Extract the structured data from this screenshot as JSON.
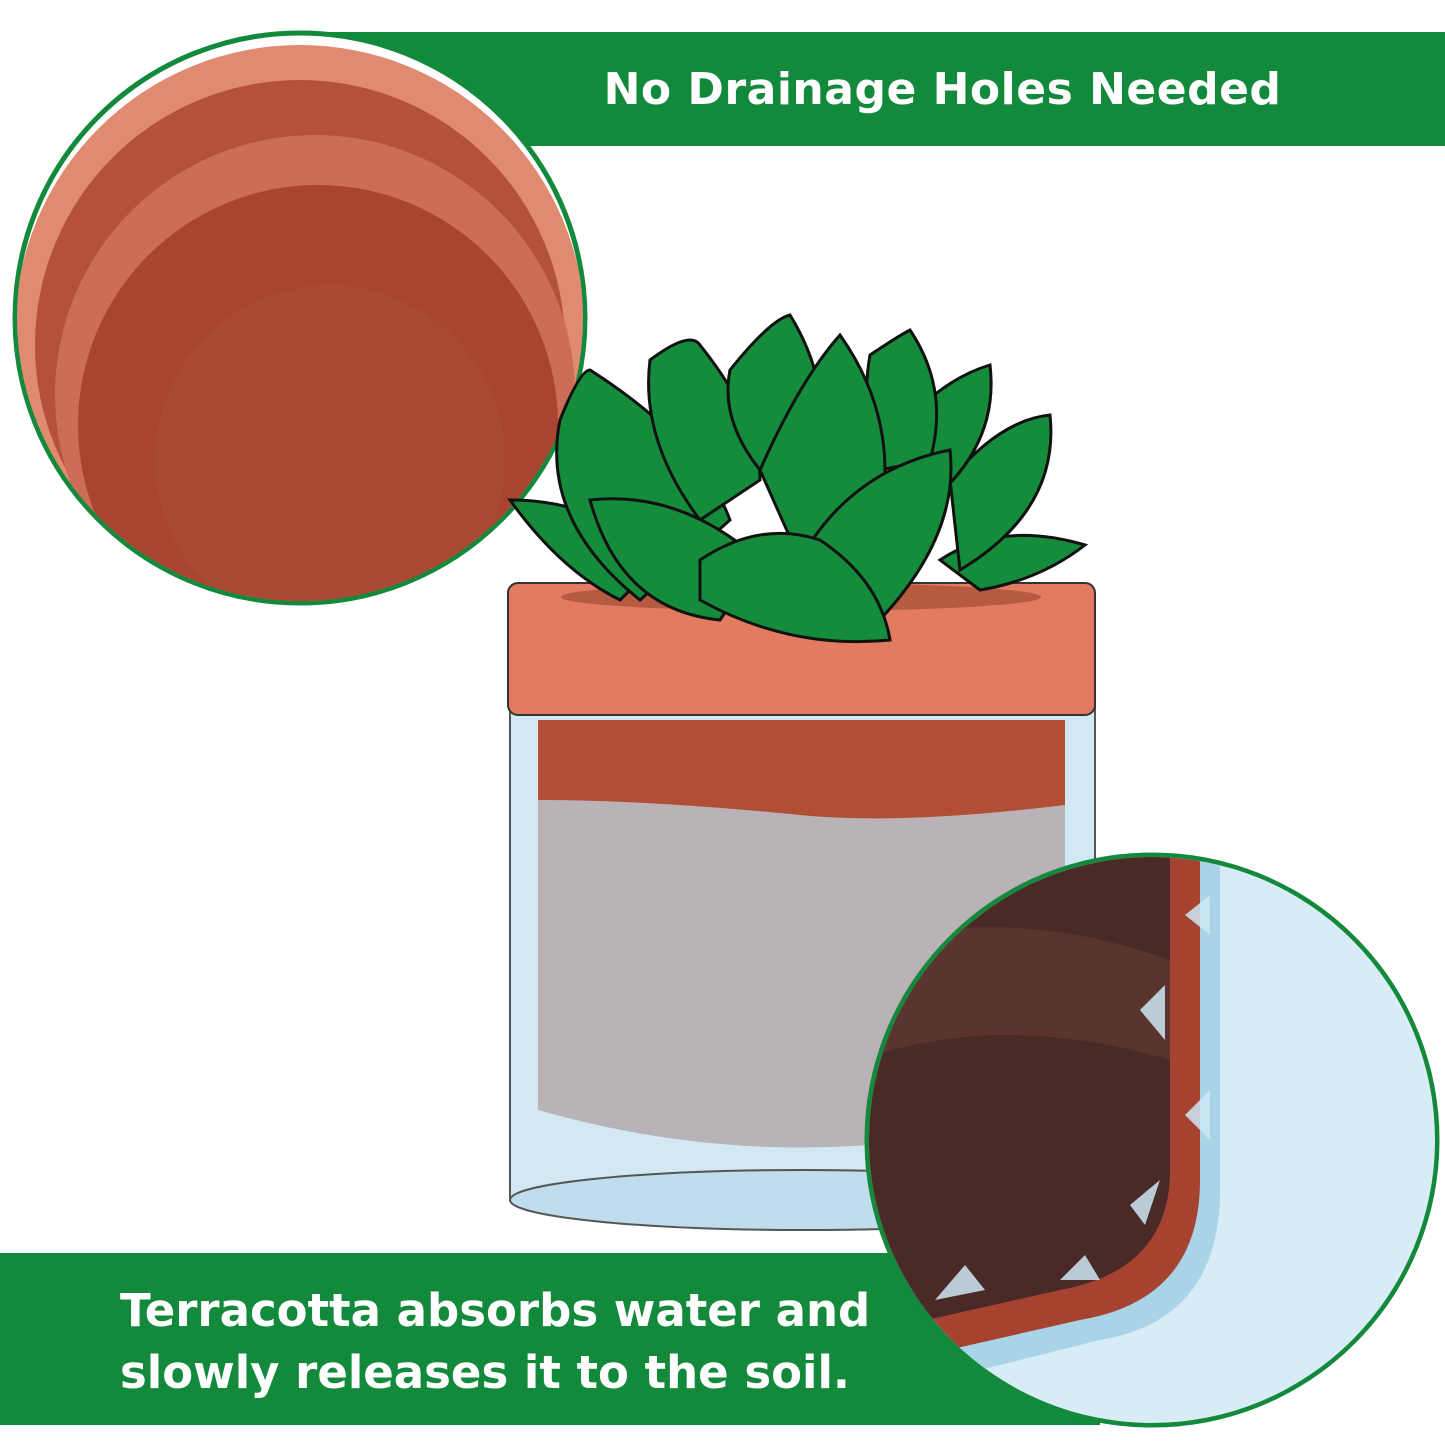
{
  "header": {
    "title": "No Drainage Holes Needed"
  },
  "footer": {
    "line1": "Terracotta absorbs water and",
    "line2": "slowly releases it to the soil."
  },
  "colors": {
    "brand_green": "#13893c",
    "terracotta": "#e27b60",
    "water": "#cfe6f2",
    "soil": "#4a2a26",
    "plant": "#148c3c"
  }
}
